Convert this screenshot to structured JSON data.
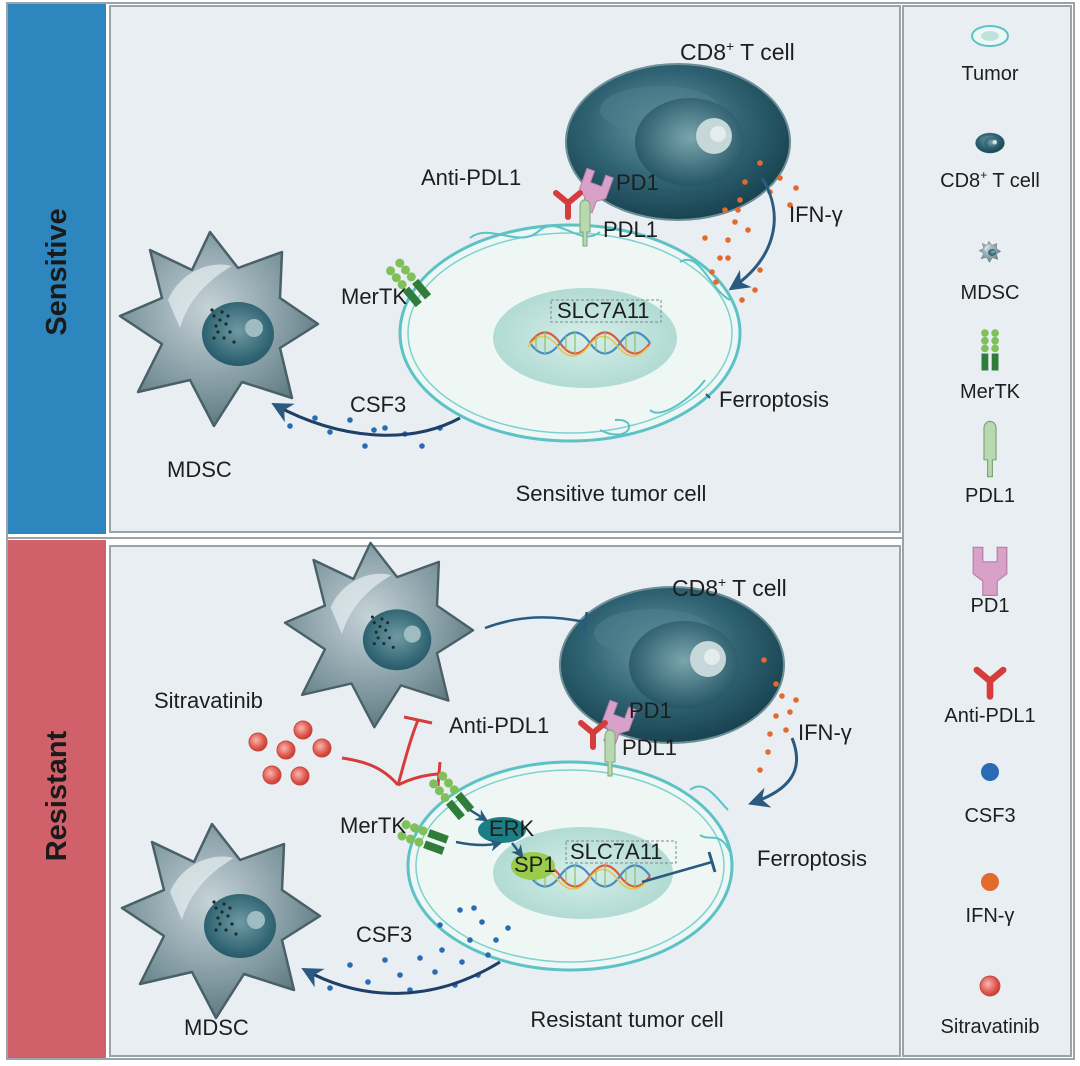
{
  "panels": {
    "sensitive": {
      "side_label": "Sensitive",
      "t_cell_label_main": "CD8",
      "t_cell_label_sup": "+",
      "t_cell_label_rest": " T cell",
      "anti_pdl1": "Anti-PDL1",
      "pd1": "PD1",
      "pdl1": "PDL1",
      "ifn": "IFN-γ",
      "mertk": "MerTK",
      "slc7a11": "SLC7A11",
      "csf3": "CSF3",
      "ferroptosis": "Ferroptosis",
      "mdsc": "MDSC",
      "cell_label": "Sensitive tumor cell"
    },
    "resistant": {
      "side_label": "Resistant",
      "t_cell_label_main": "CD8",
      "t_cell_label_sup": "+",
      "t_cell_label_rest": " T cell",
      "sitravatinib": "Sitravatinib",
      "anti_pdl1": "Anti-PDL1",
      "pd1": "PD1",
      "pdl1": "PDL1",
      "ifn": "IFN-γ",
      "mertk": "MerTK",
      "erk": "ERK",
      "sp1": "SP1",
      "slc7a11": "SLC7A11",
      "ferroptosis": "Ferroptosis",
      "csf3": "CSF3",
      "mdsc": "MDSC",
      "cell_label": "Resistant tumor cell"
    }
  },
  "legend": {
    "items": [
      {
        "icon": "tumor-icon",
        "label": "Tumor"
      },
      {
        "icon": "t-cell-icon",
        "label_main": "CD8",
        "label_sup": "+",
        "label_rest": " T cell"
      },
      {
        "icon": "mdsc-icon",
        "label": "MDSC"
      },
      {
        "icon": "mertk-icon",
        "label": "MerTK"
      },
      {
        "icon": "pdl1-icon",
        "label": "PDL1"
      },
      {
        "icon": "pd1-icon",
        "label": "PD1"
      },
      {
        "icon": "anti-pdl1-icon",
        "label": "Anti-PDL1"
      },
      {
        "icon": "csf3-dot-icon",
        "label": "CSF3"
      },
      {
        "icon": "ifn-dot-icon",
        "label": "IFN-γ"
      },
      {
        "icon": "sitravatinib-icon",
        "label": "Sitravatinib"
      }
    ]
  },
  "colors": {
    "sensitive_band": "#2e86bf",
    "resistant_band": "#d0606a",
    "panel_bg": "#e8eef2",
    "tumor_fill": "#eef7f4",
    "tumor_stroke": "#5cc2c6",
    "nucleus_fill": "#bfe3dc",
    "tcell_dark": "#1e4e5e",
    "mdsc_fill": "#5c7a84",
    "csf3_dot": "#2a6cb3",
    "ifn_dot": "#e26a2c",
    "anti_pdl1": "#d63c3c",
    "mertk_green": "#2f7d3a",
    "pd1_pink": "#d8a2c8",
    "pdl1_green": "#b8d8b0",
    "arrow_blue": "#2a5a80",
    "inhibit_red": "#d63c3c"
  }
}
